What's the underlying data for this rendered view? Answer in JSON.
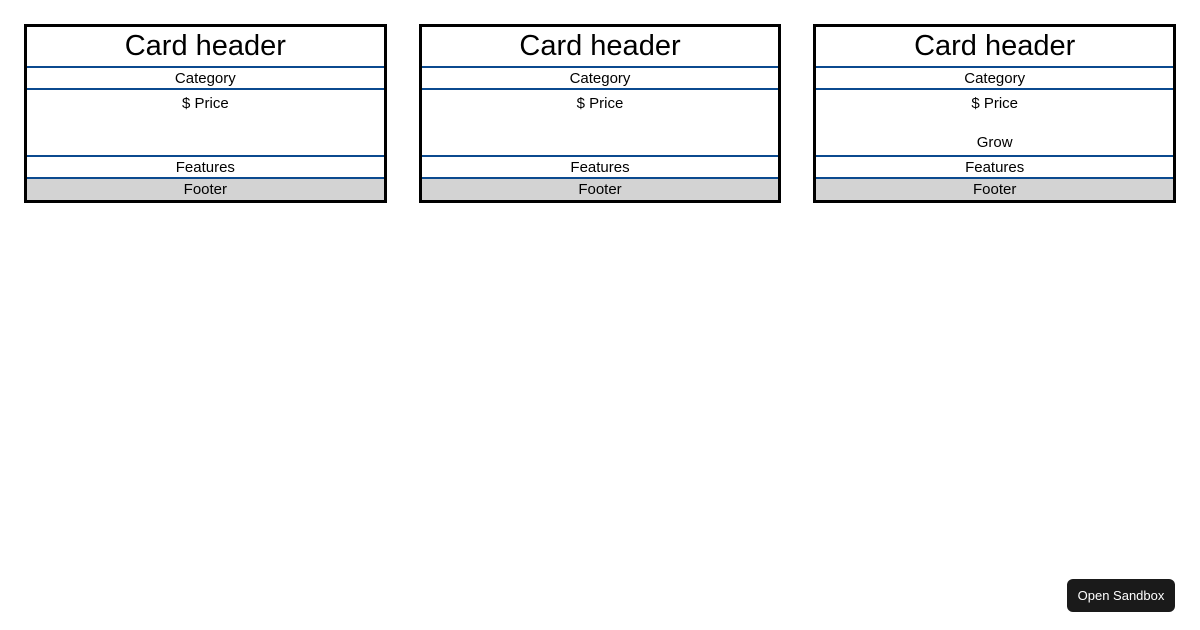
{
  "page": {
    "background_color": "#ffffff",
    "divider_color": "#0b4a8f",
    "border_color": "#000000",
    "footer_background": "#d3d3d3"
  },
  "cards": [
    {
      "header": "Card header",
      "category": "Category",
      "price": "$ Price",
      "extra": "",
      "features": "Features",
      "footer": "Footer"
    },
    {
      "header": "Card header",
      "category": "Category",
      "price": "$ Price",
      "extra": "",
      "features": "Features",
      "footer": "Footer"
    },
    {
      "header": "Card header",
      "category": "Category",
      "price": "$ Price",
      "extra": "Grow",
      "features": "Features",
      "footer": "Footer"
    }
  ],
  "sandbox": {
    "label": "Open Sandbox",
    "background_color": "#1a1a1a",
    "text_color": "#ffffff"
  }
}
